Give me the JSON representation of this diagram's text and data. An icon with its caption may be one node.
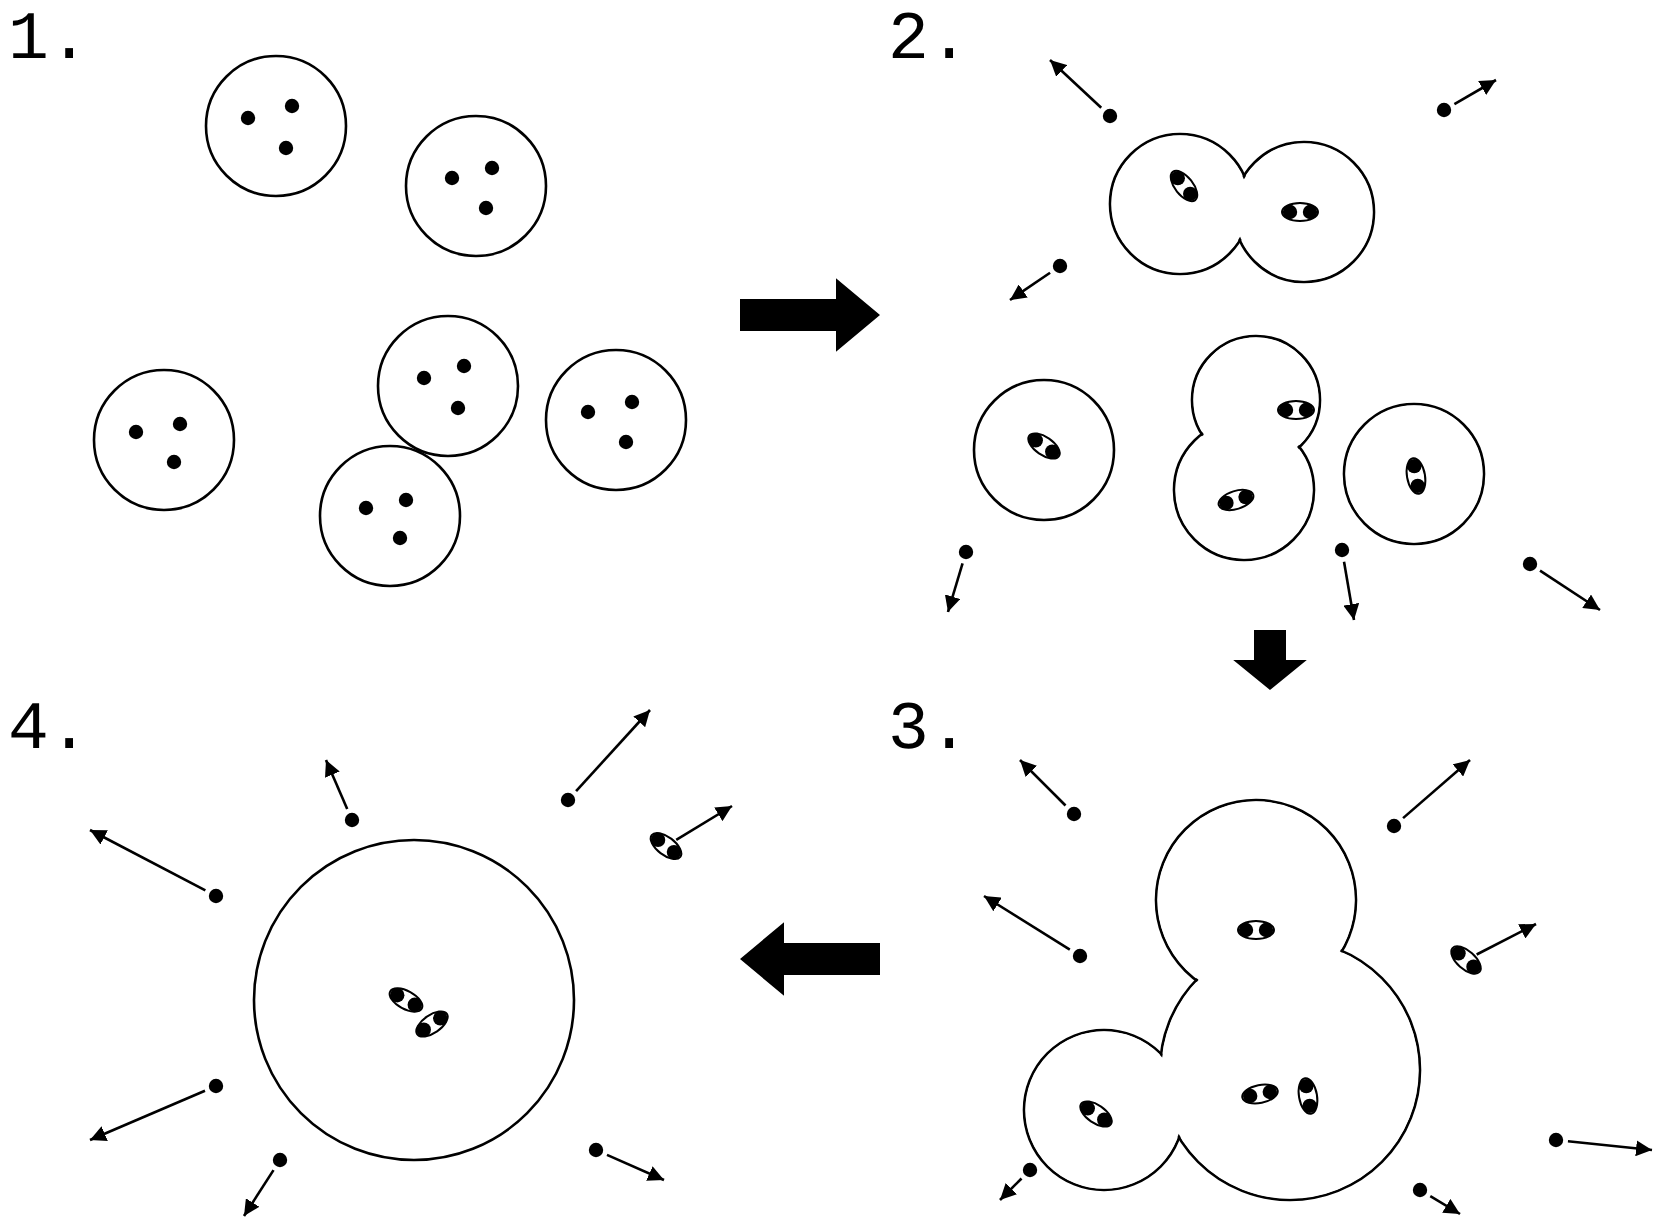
{
  "diagram": {
    "nodes": [
      {
        "text": [
          "1."
        ]
      },
      {
        "text": [
          "2."
        ]
      },
      {
        "text": [
          "3."
        ]
      },
      {
        "text": [
          "4."
        ]
      }
    ],
    "edges": [
      {
        "from": 0,
        "to": 1,
        "arrow": "to"
      },
      {
        "from": 1,
        "to": 2,
        "arrow": "to"
      },
      {
        "from": 2,
        "to": 3,
        "arrow": "to"
      }
    ]
  }
}
